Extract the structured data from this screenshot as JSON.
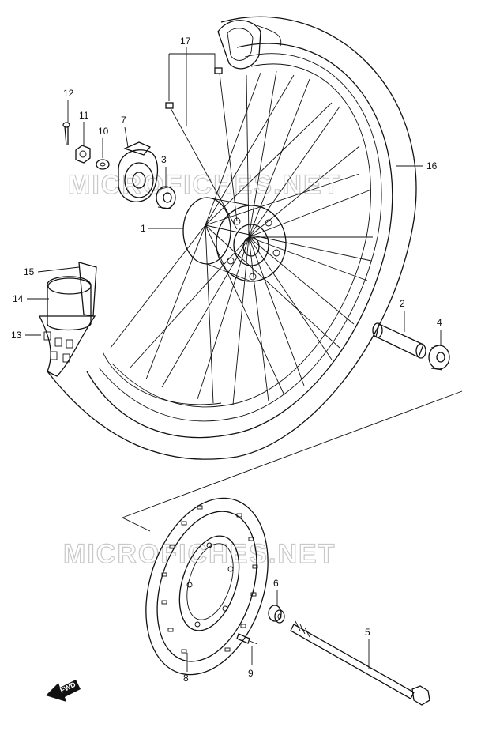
{
  "watermark": "MICROFICHES.NET",
  "fwd_label": "FWD",
  "callouts": {
    "c1": "1",
    "c2": "2",
    "c3": "3",
    "c4": "4",
    "c5": "5",
    "c6": "6",
    "c7": "7",
    "c8": "8",
    "c9": "9",
    "c10": "10",
    "c11": "11",
    "c12": "12",
    "c13": "13",
    "c14": "14",
    "c15": "15",
    "c16": "16",
    "c17": "17"
  }
}
